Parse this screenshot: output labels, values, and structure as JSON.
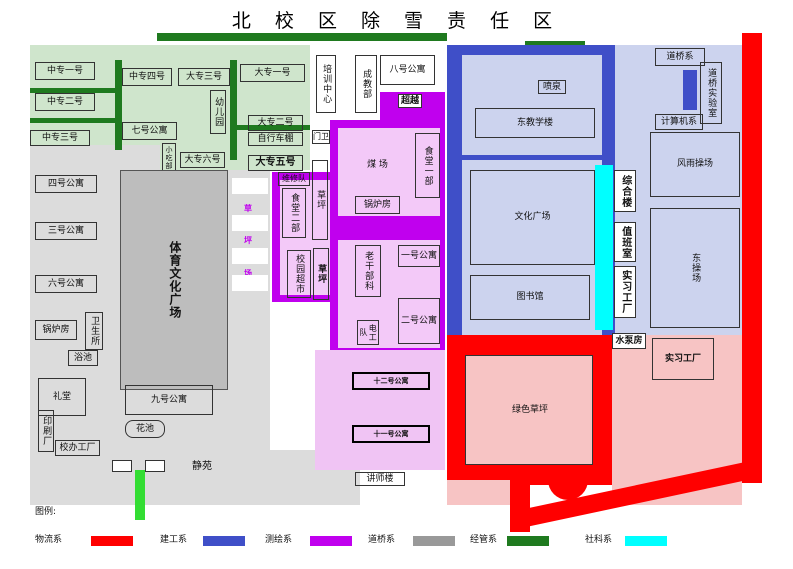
{
  "title": "北 校 区 除 雪 责 任 区",
  "labels": {
    "zhongzhuan1": "中专一号",
    "zhongzhuan2": "中专二号",
    "zhongzhuan3": "中专三号",
    "zhongzhuan4": "中专四号",
    "dazhuan3a": "大专三号",
    "dazhuan1": "大专一号",
    "dazhuan2": "大专二号",
    "youeryuan": "幼儿园",
    "qihao": "七号公寓",
    "zixingche": "自行车棚",
    "dazhuan6": "大专六号",
    "dazhuan5": "大专五号",
    "xiaochibu": "小吃部",
    "menwei": "门卫",
    "peixun": "培训中心",
    "chengjiao": "成教部",
    "bahao": "八号公寓",
    "chaoshi_top": "超越",
    "meichang": "煤 场",
    "shitang1": "食堂一部",
    "guolu1": "锅炉房",
    "weixiudui": "维修队",
    "shitang2": "食堂二部",
    "caoping1": "草坪",
    "caoping2": "草坪",
    "xiaoyuan": "校园超市",
    "small1": "草",
    "small2": "坪",
    "small3": "场",
    "laoganbu": "老干部科",
    "yihao": "一号公寓",
    "ergonghao": "二号公寓",
    "diangong": "电工队",
    "shierhao": "十二号公寓",
    "shiyihao": "十一号公寓",
    "jiangshilou": "讲师楼",
    "sihao": "四号公寓",
    "sanhao": "三号公寓",
    "liuhao": "六号公寓",
    "tiyu": "体育文化广场",
    "guolu2": "锅炉房",
    "weisheng": "卫生所",
    "yuchi": "浴池",
    "litang": "礼堂",
    "yinshua": "印刷厂",
    "jiuhao": "九号公寓",
    "huachi": "花池",
    "xiaoban": "校办工厂",
    "jingyuan": "静苑",
    "penquan": "喷泉",
    "dongjiao": "东教学楼",
    "wenhua": "文化广场",
    "tushu": "图书馆",
    "lvse": "绿色草坪",
    "daoqiao": "道桥系",
    "daoqiaoshiyan": "道桥实验室",
    "jisuanji": "计算机系",
    "fengyu": "风雨操场",
    "dongcao": "东操场",
    "zonghe": "综合楼",
    "zhiban": "值班室",
    "shixi1": "实习工厂",
    "shuibeng": "水泵房",
    "shixi2": "实习工厂"
  },
  "legend": {
    "title": "图例:",
    "items": [
      {
        "label": "物流系",
        "color": "#ff0000"
      },
      {
        "label": "建工系",
        "color": "#3f4fc8"
      },
      {
        "label": "测绘系",
        "color": "#c000ee"
      },
      {
        "label": "道桥系",
        "color": "#999999"
      },
      {
        "label": "经管系",
        "color": "#1f7a1f"
      },
      {
        "label": "社科系",
        "color": "#00ffff"
      }
    ]
  }
}
